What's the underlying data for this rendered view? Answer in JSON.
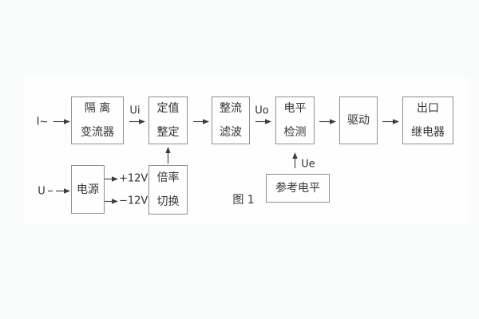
{
  "figure": {
    "caption": "图 1",
    "blocks": {
      "isolation": {
        "line1": "隔 离",
        "line2": "变流器"
      },
      "setpoint": {
        "line1": "定值",
        "line2": "整定"
      },
      "rectifier": {
        "line1": "整流",
        "line2": "滤波"
      },
      "level": {
        "line1": "电平",
        "line2": "检测"
      },
      "drive": {
        "line1": "驱动"
      },
      "relay": {
        "line1": "出口",
        "line2": "继电器"
      },
      "power": {
        "line1": "电源"
      },
      "ratio": {
        "line1": "倍率",
        "line2": "切换"
      },
      "reference": {
        "line1": "参考电平"
      }
    },
    "signals": {
      "input_current": "I~",
      "input_voltage": "U",
      "ui": "Ui",
      "uo": "Uo",
      "ue": "Ue",
      "plus12": "+12V",
      "minus12": "−12V"
    },
    "colors": {
      "background": "#fafbfb",
      "panel": "#fefefe",
      "border": "#8f8f8f",
      "line": "#3c3c3c",
      "text": "#333333"
    }
  }
}
